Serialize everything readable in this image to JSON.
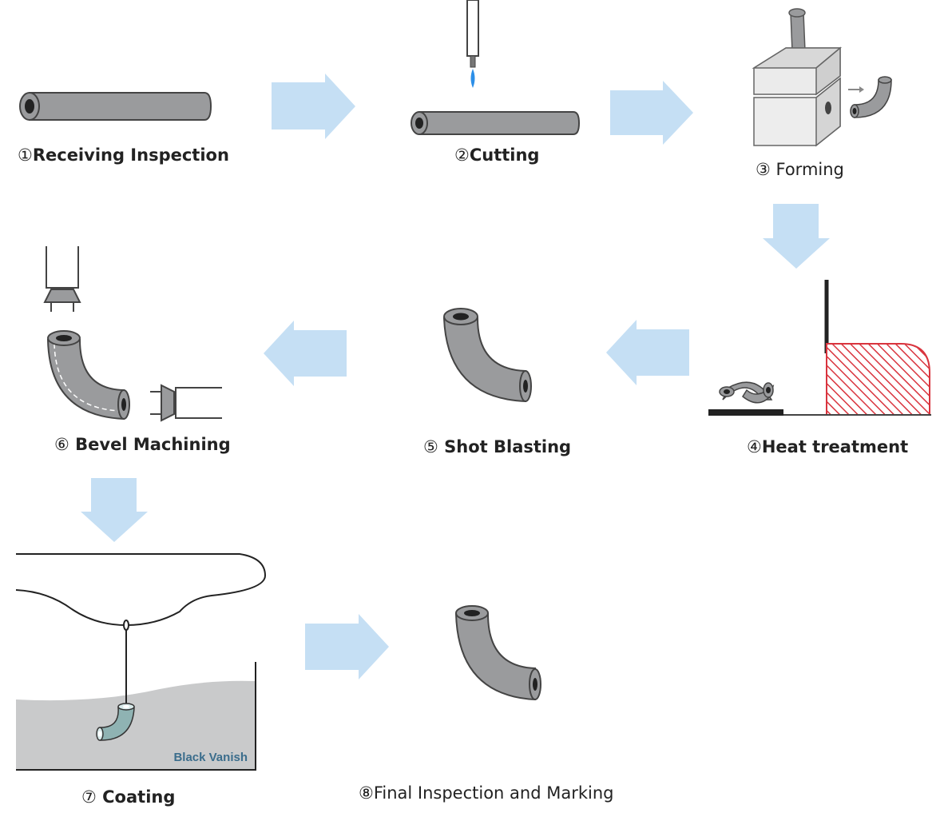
{
  "steps": {
    "s1": {
      "num": "①",
      "text": "Receiving Inspection"
    },
    "s2": {
      "num": "②",
      "text": "Cutting"
    },
    "s3": {
      "num": "③",
      "text": " Forming"
    },
    "s4": {
      "num": "④",
      "text": "Heat treatment"
    },
    "s5": {
      "num": "⑤",
      "text": " Shot Blasting"
    },
    "s6": {
      "num": "⑥",
      "text": " Bevel Machining"
    },
    "s7": {
      "num": "⑦",
      "text": " Coating"
    },
    "s8": {
      "num": "⑧",
      "text": "Final Inspection and Marking"
    }
  },
  "coating_bath_label": "Black Vanish",
  "colors": {
    "arrow": "#c5dff4",
    "pipe": "#9a9b9d",
    "pipe_dark": "#444444",
    "hatch": "#d9343e",
    "bath": "#c9cacb",
    "bath_text": "#3b6d8c",
    "flame": "#2c8fe8"
  }
}
